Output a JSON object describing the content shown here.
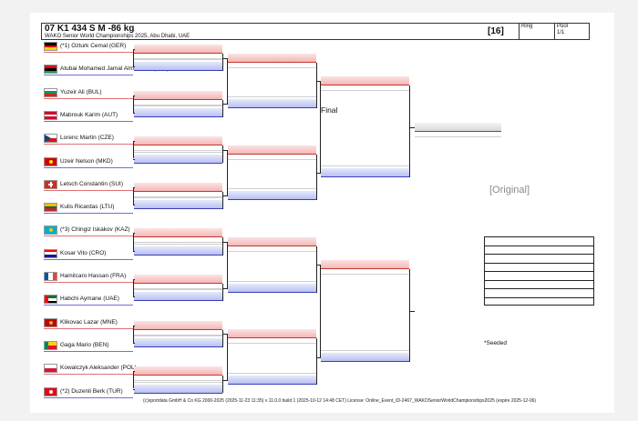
{
  "header": {
    "title": "07 K1 434 S M -86 kg",
    "subtitle": "WAKO Senior World Championships 2025, Abu Dhabi, UAE",
    "count": "[16]",
    "ring_label": "Ring",
    "ring_value": "",
    "pool_label": "Pool",
    "pool_value": "1/1"
  },
  "competitors": [
    {
      "name": "(*1) Ozturk Cemal (GER)",
      "flag": "GER",
      "corner": "red"
    },
    {
      "name": "Atubai Mohamed Jamal Almabrouk (LBA)",
      "flag": "LBA",
      "corner": "blue"
    },
    {
      "name": "Yuzeir Ali (BUL)",
      "flag": "BUL",
      "corner": "red"
    },
    {
      "name": "Mabrouk Karim (AUT)",
      "flag": "AUT",
      "corner": "blue"
    },
    {
      "name": "Lorenc Martin (CZE)",
      "flag": "CZE",
      "corner": "red"
    },
    {
      "name": "Uzeir Nelson (MKD)",
      "flag": "MKD",
      "corner": "blue"
    },
    {
      "name": "Letsch Constantin (SUI)",
      "flag": "SUI",
      "corner": "red"
    },
    {
      "name": "Kulis Ricardas (LTU)",
      "flag": "LTU",
      "corner": "blue"
    },
    {
      "name": "(*3) Chingiz Iskakov (KAZ)",
      "flag": "KAZ",
      "corner": "red"
    },
    {
      "name": "Kosar Vito (CRO)",
      "flag": "CRO",
      "corner": "blue"
    },
    {
      "name": "Hamilcaro Hassan (FRA)",
      "flag": "FRA",
      "corner": "red"
    },
    {
      "name": "Habchi Aymane (UAE)",
      "flag": "UAE",
      "corner": "blue"
    },
    {
      "name": "Klikovac Lazar (MNE)",
      "flag": "MNE",
      "corner": "red"
    },
    {
      "name": "Gaga Mario (BEN)",
      "flag": "BEN",
      "corner": "blue"
    },
    {
      "name": "Kowalczyk Aleksander (POL)",
      "flag": "POL",
      "corner": "red"
    },
    {
      "name": "(*2) Duzenli Berk (TUR)",
      "flag": "TUR",
      "corner": "blue"
    }
  ],
  "labels": {
    "final": "Final",
    "original": "[Original]",
    "seeded": "*Seeded"
  },
  "footer": "(c)sportdata GmbH & Co KG 2000-2025 (2025-11-23 11:35)  v 11.0.0 build 1 (2025-10-12 14:48 CET) License: Online_Event_ID-2467_WAKOSeniorWorldChampionships2025 (expire 2025-12-06)",
  "colors": {
    "red_corner": "#f4b7b7",
    "blue_corner": "#b9c0f2",
    "line": "#222222"
  }
}
